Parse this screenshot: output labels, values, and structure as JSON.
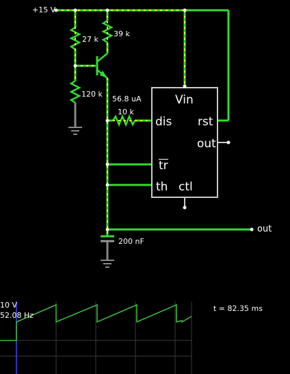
{
  "circuit": {
    "supply_label": "+15 V",
    "r1_label": "27 k",
    "r2_label": "39 k",
    "r3_label": "120 k",
    "current_label": "56.8 uA",
    "r4_label": "10 k",
    "cap_label": "200 nF",
    "output_label": "out"
  },
  "chip": {
    "vin": "Vin",
    "dis": "dis",
    "rst": "rst",
    "out": "out",
    "tr": "tr",
    "th": "th",
    "ctl": "ctl"
  },
  "scope": {
    "max_label": "10 V",
    "freq_label": "52.08 Hz",
    "time_label": "t = 82.35 ms",
    "colors": {
      "trace": "#3dc03d",
      "grid": "#3a3a3a",
      "cursor": "#4444ff"
    }
  },
  "colors": {
    "wire": "#33dd33",
    "dot": "#ffff00",
    "node": "#ffffff",
    "ground": "#888888"
  }
}
